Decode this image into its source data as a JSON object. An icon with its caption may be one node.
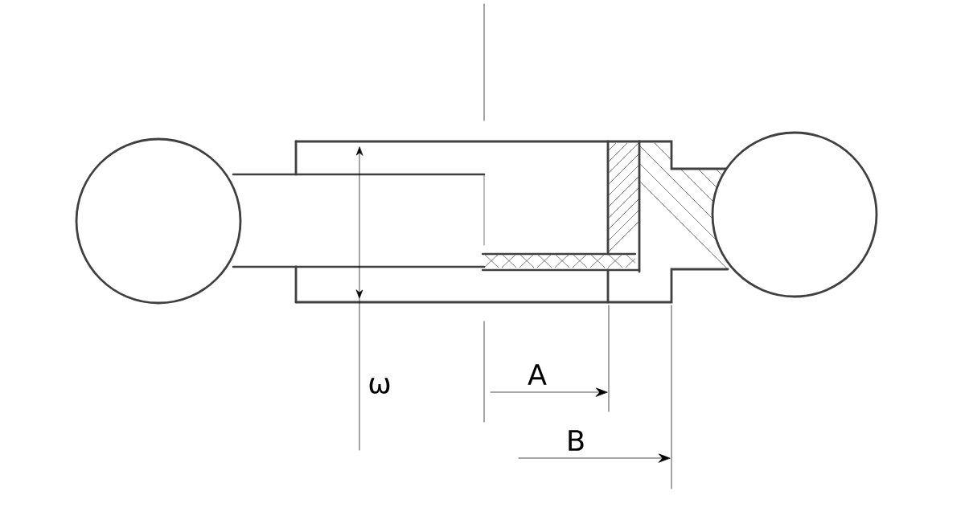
{
  "diagram": {
    "labels": [
      "ω",
      "A",
      "B"
    ]
  }
}
